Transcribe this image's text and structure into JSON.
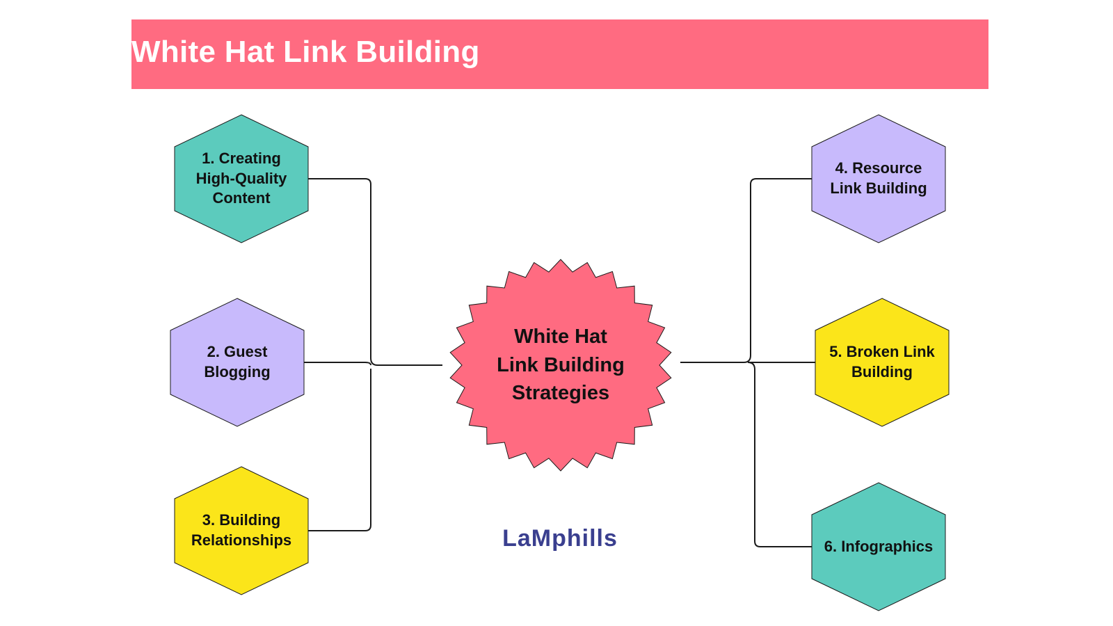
{
  "title": "White Hat Link Building",
  "colors": {
    "banner": "#ff6b81",
    "center": "#ff6b81",
    "teal": "#5ccbbd",
    "lavender": "#c8bafc",
    "yellow": "#fbe51a",
    "logo": "#3a3f8f"
  },
  "center": {
    "label": "White Hat\nLink Building\nStrategies"
  },
  "strategies": [
    {
      "label": "1. Creating\nHigh-Quality\nContent",
      "color": "#5ccbbd",
      "side": "left"
    },
    {
      "label": "2. Guest\nBlogging",
      "color": "#c8bafc",
      "side": "left"
    },
    {
      "label": "3. Building\nRelationships",
      "color": "#fbe51a",
      "side": "left"
    },
    {
      "label": "4. Resource\nLink Building",
      "color": "#c8bafc",
      "side": "right"
    },
    {
      "label": "5. Broken Link\nBuilding",
      "color": "#fbe51a",
      "side": "right"
    },
    {
      "label": "6. Infographics",
      "color": "#5ccbbd",
      "side": "right"
    }
  ],
  "logo": {
    "text": "LaMphills"
  }
}
